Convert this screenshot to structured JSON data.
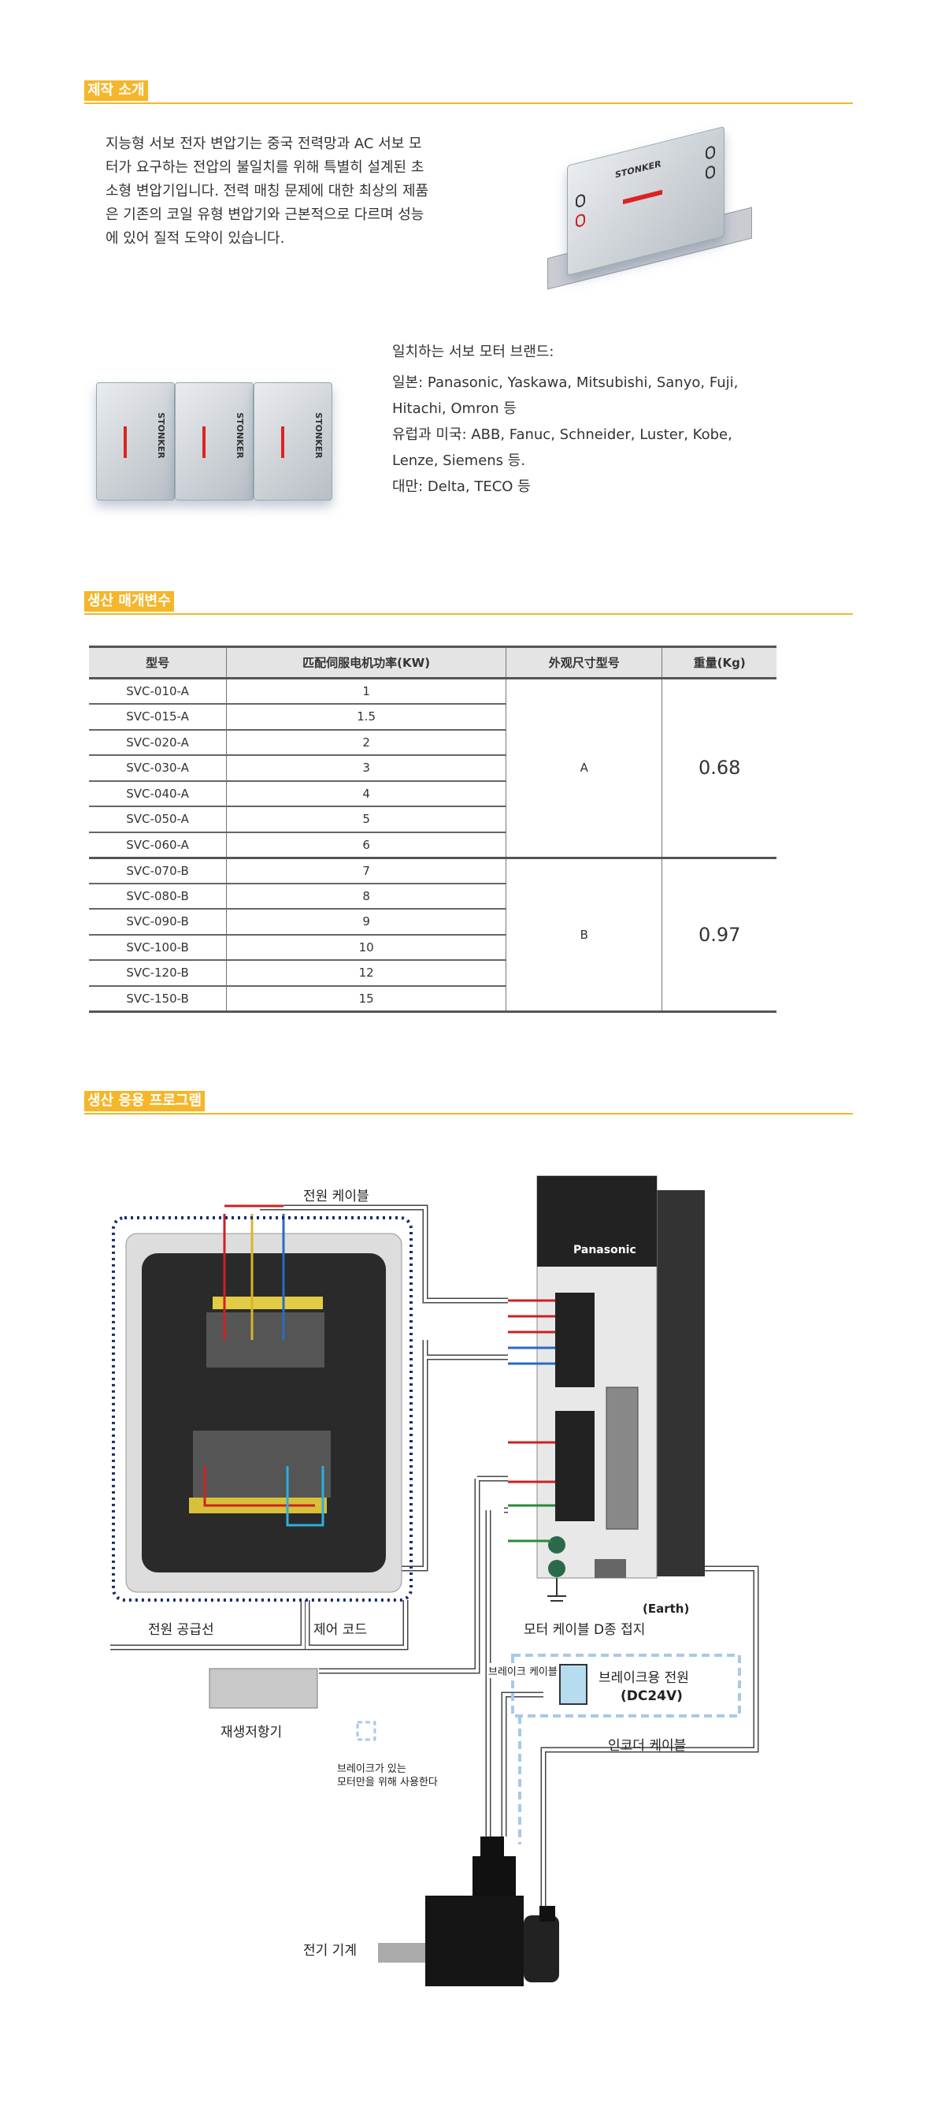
{
  "sections": {
    "intro": "제작 소개",
    "params": "생산 매개변수",
    "application": "생산 응용 프로그램"
  },
  "intro": {
    "lines": [
      "지능형 서보 전자 변압기는 중국 전력망과 AC 서보 모",
      "터가 요구하는 전압의 불일치를 위해 특별히 설계된 초",
      "소형 변압기입니다. 전력 매칭 문제에 대한 최상의 제품",
      "은 기존의 코일 유형 변압기와 근본적으로 다르며 성능",
      "에 있어 질적 도약이 있습니다."
    ],
    "product_brand": "STONKER"
  },
  "brands": {
    "title": "일치하는 서보 모터 브랜드:",
    "lines": [
      "일본: Panasonic, Yaskawa, Mitsubishi, Sanyo, Fuji,",
      "Hitachi, Omron 등",
      "유럽과 미국: ABB, Fanuc, Schneider, Luster, Kobe,",
      "Lenze, Siemens 등.",
      "대만: Delta, TECO 등"
    ]
  },
  "table": {
    "headers": [
      "型号",
      "匹配伺服电机功率(KW)",
      "外观尺寸型号",
      "重量(Kg)"
    ],
    "groups": [
      {
        "size": "A",
        "weight": "0.68",
        "rows": [
          {
            "model": "SVC-010-A",
            "power": "1"
          },
          {
            "model": "SVC-015-A",
            "power": "1.5"
          },
          {
            "model": "SVC-020-A",
            "power": "2"
          },
          {
            "model": "SVC-030-A",
            "power": "3"
          },
          {
            "model": "SVC-040-A",
            "power": "4"
          },
          {
            "model": "SVC-050-A",
            "power": "5"
          },
          {
            "model": "SVC-060-A",
            "power": "6"
          }
        ]
      },
      {
        "size": "B",
        "weight": "0.97",
        "rows": [
          {
            "model": "SVC-070-B",
            "power": "7"
          },
          {
            "model": "SVC-080-B",
            "power": "8"
          },
          {
            "model": "SVC-090-B",
            "power": "9"
          },
          {
            "model": "SVC-100-B",
            "power": "10"
          },
          {
            "model": "SVC-120-B",
            "power": "12"
          },
          {
            "model": "SVC-150-B",
            "power": "15"
          }
        ]
      }
    ]
  },
  "diagram": {
    "power_cable": "전원 케이블",
    "power_supply": "전원 공급선",
    "control_cord": "제어 코드",
    "ground": "모터 케이블 D종 접지",
    "earth": "(Earth)",
    "drive_brand": "Panasonic",
    "regen_resistor": "재생저항기",
    "brake_note_1": "브레이크가 있는",
    "brake_note_2": "모터만을 위해 사용한다",
    "brake_cable": "브레이크 케이블",
    "brake_power": "브레이크용 전원",
    "brake_voltage": "(DC24V)",
    "encoder_cable": "인코더 케이블",
    "motor": "전기 기계"
  }
}
